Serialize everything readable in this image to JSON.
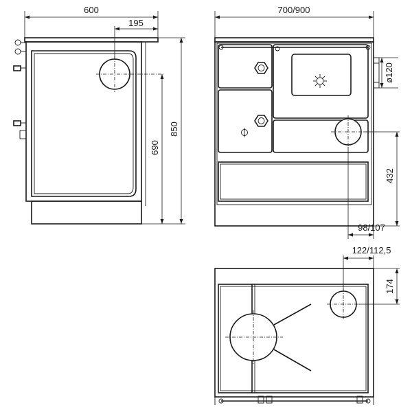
{
  "drawing": {
    "side_view": {
      "dim_width": "600",
      "dim_outlet_offset": "195",
      "dim_outlet_height": "690",
      "dim_total_height": "850"
    },
    "front_view": {
      "dim_width": "700/900",
      "dim_outlet_diameter": "ø120",
      "dim_outlet_height": "432",
      "dim_outlet_side_offset": "98/107"
    },
    "top_view": {
      "dim_outlet_side_offset": "122/112,5",
      "dim_outlet_depth": "174"
    }
  }
}
